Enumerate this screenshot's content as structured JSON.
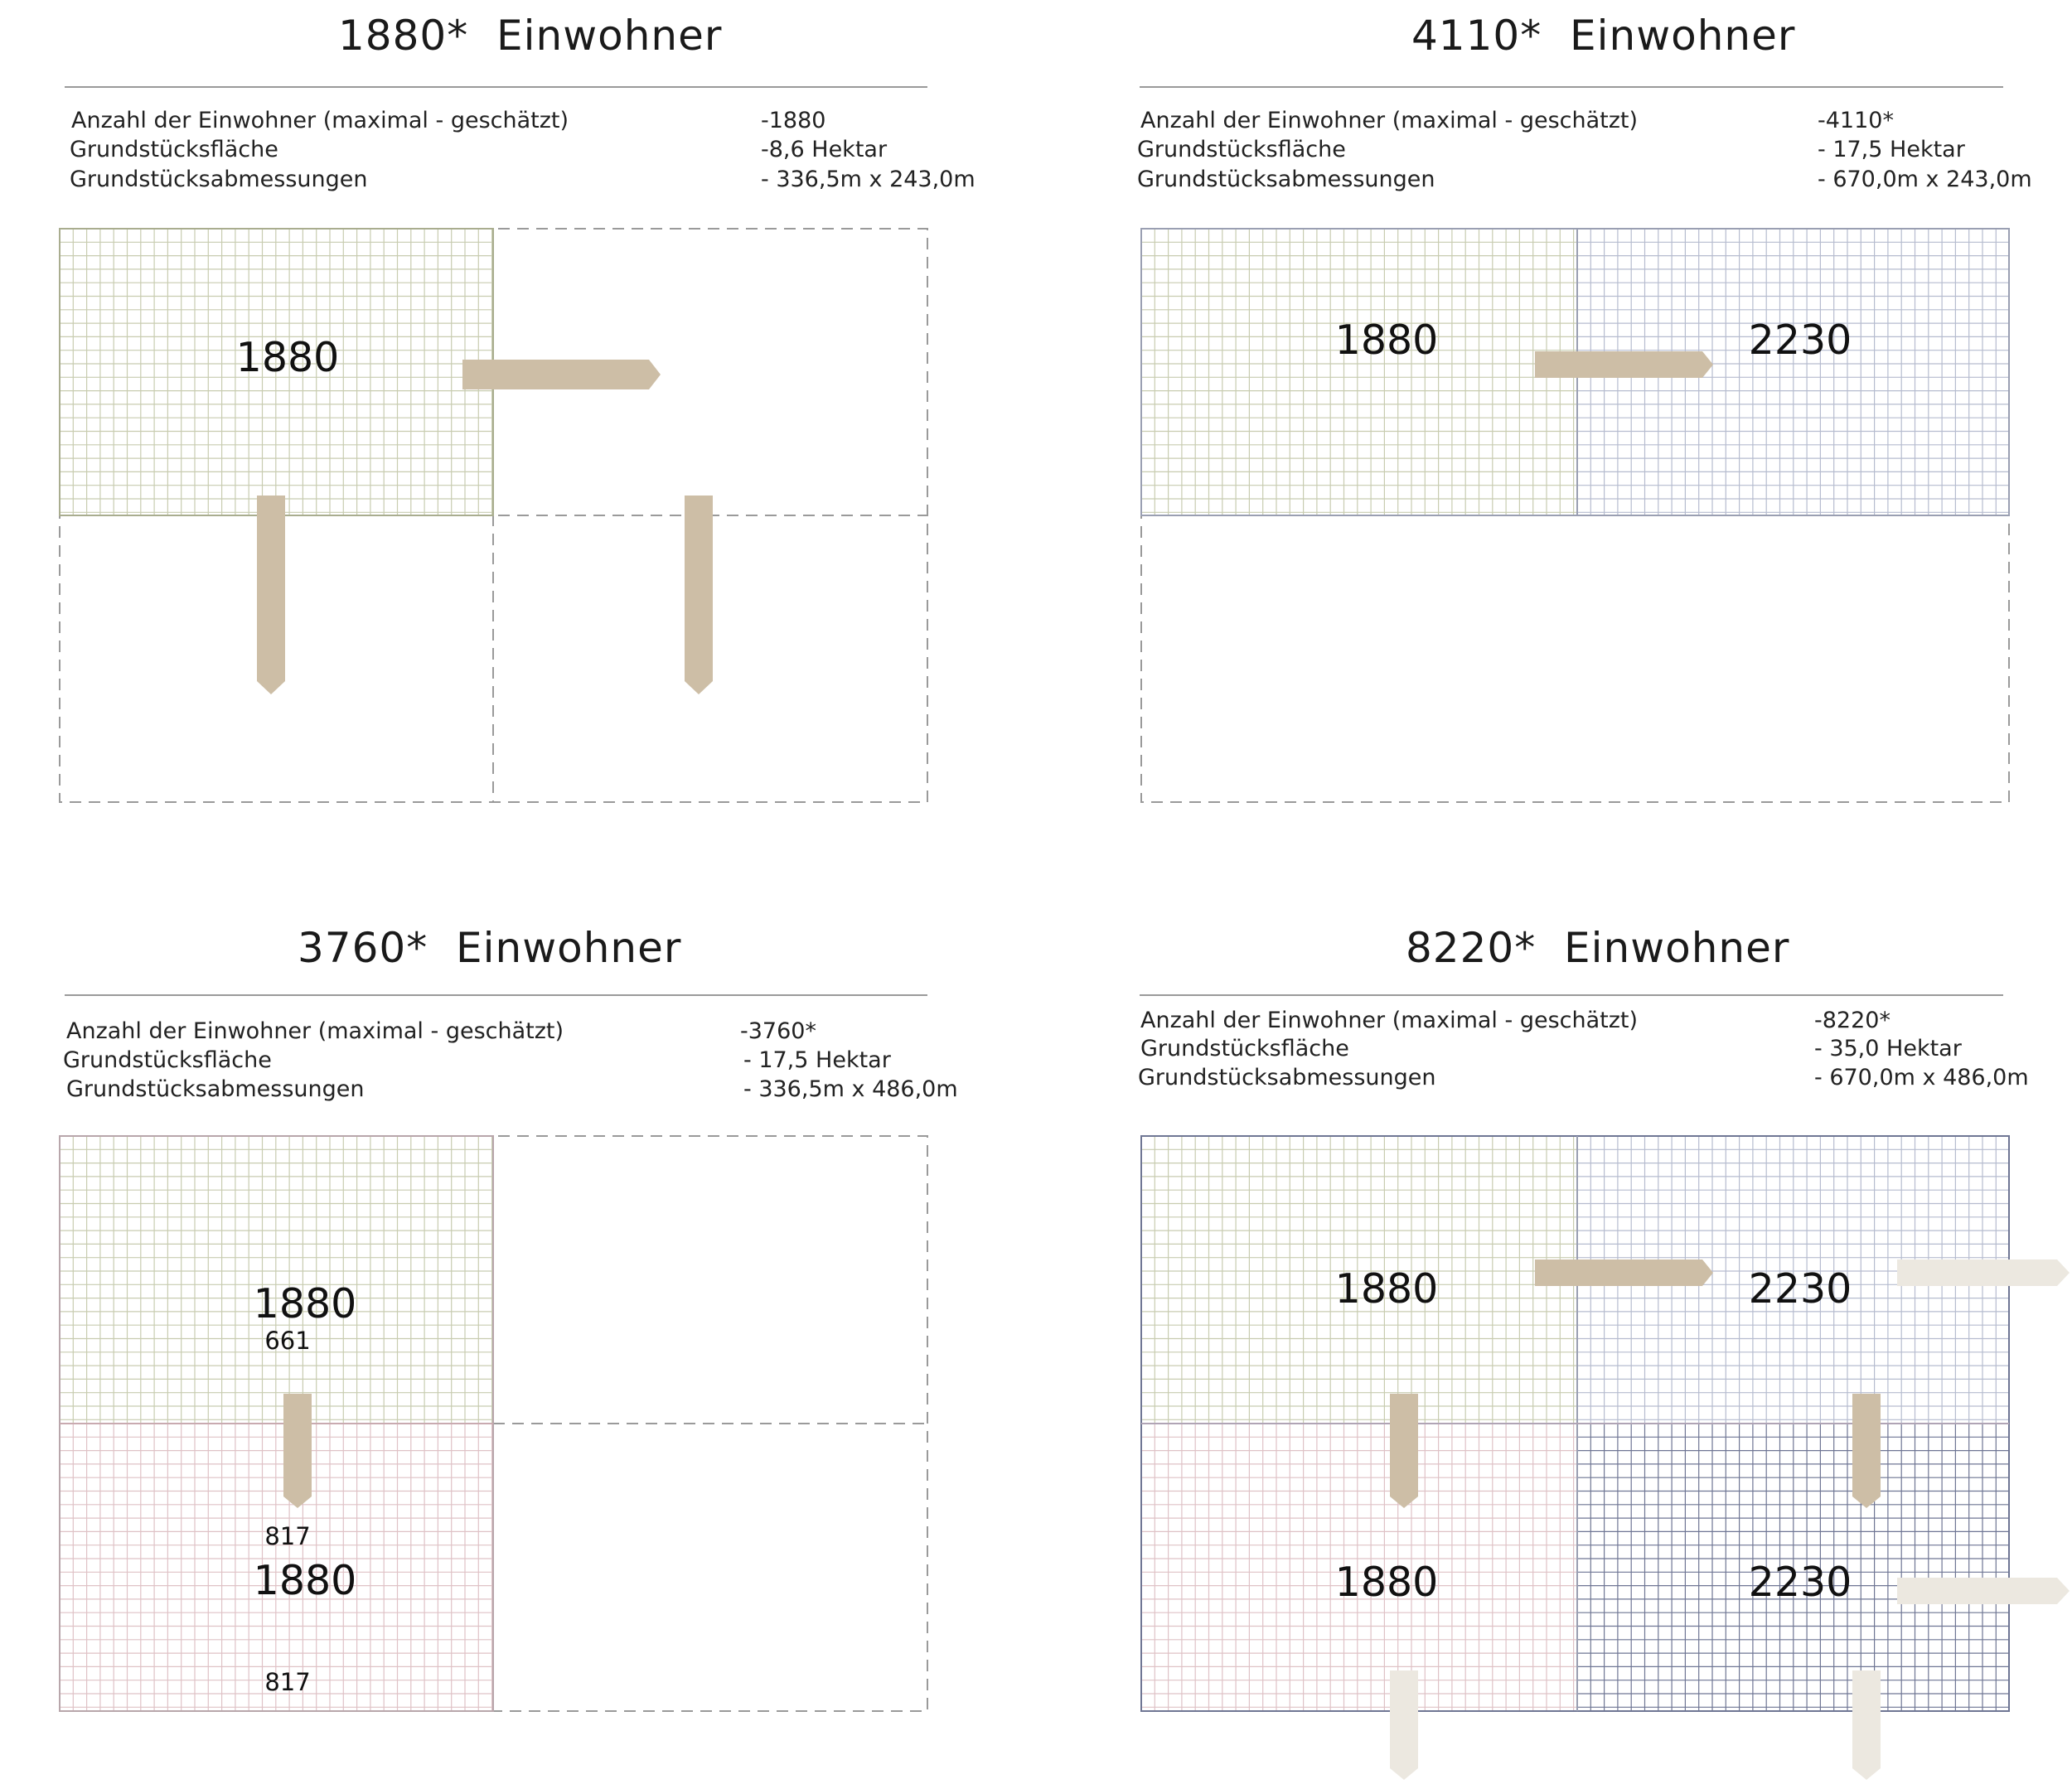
{
  "colors": {
    "grid_green": "#c8ccb0",
    "grid_blue": "#b6bccf",
    "grid_pink": "#dfc2c6",
    "grid_navy": "#6f7694",
    "arrow": "#cdbea6",
    "arrow_faded": "#ece8e0",
    "dashed": "#9a9a9a"
  },
  "panels": [
    {
      "title_number": "1880*",
      "title_word": "Einwohner",
      "rows": [
        {
          "label": "Anzahl der Einwohner (maximal - geschätzt)",
          "value": "-1880"
        },
        {
          "label": "Grundstücksfläche",
          "value": "-8,6 Hektar"
        },
        {
          "label": "Grundstücksabmessungen",
          "value": "- 336,5m x 243,0m"
        }
      ],
      "labels": [
        "1880"
      ]
    },
    {
      "title_number": "4110*",
      "title_word": "Einwohner",
      "rows": [
        {
          "label": "Anzahl der Einwohner (maximal - geschätzt)",
          "value": "-4110*"
        },
        {
          "label": "Grundstücksfläche",
          "value": "- 17,5 Hektar"
        },
        {
          "label": "Grundstücksabmessungen",
          "value": "- 670,0m x 243,0m"
        }
      ],
      "labels": [
        "1880",
        "2230"
      ]
    },
    {
      "title_number": "3760*",
      "title_word": "Einwohner",
      "rows": [
        {
          "label": "Anzahl der Einwohner (maximal - geschätzt)",
          "value": "-3760*"
        },
        {
          "label": "Grundstücksfläche",
          "value": "- 17,5 Hektar"
        },
        {
          "label": "Grundstücksabmessungen",
          "value": "- 336,5m x 486,0m"
        }
      ],
      "labels": [
        "1880",
        "661",
        "817",
        "1880",
        "817"
      ]
    },
    {
      "title_number": "8220*",
      "title_word": "Einwohner",
      "rows": [
        {
          "label": "Anzahl der Einwohner (maximal - geschätzt)",
          "value": "-8220*"
        },
        {
          "label": "Grundstücksfläche",
          "value": "- 35,0 Hektar"
        },
        {
          "label": "Grundstücksabmessungen",
          "value": "- 670,0m x 486,0m"
        }
      ],
      "labels": [
        "1880",
        "2230",
        "1880",
        "2230"
      ]
    }
  ]
}
